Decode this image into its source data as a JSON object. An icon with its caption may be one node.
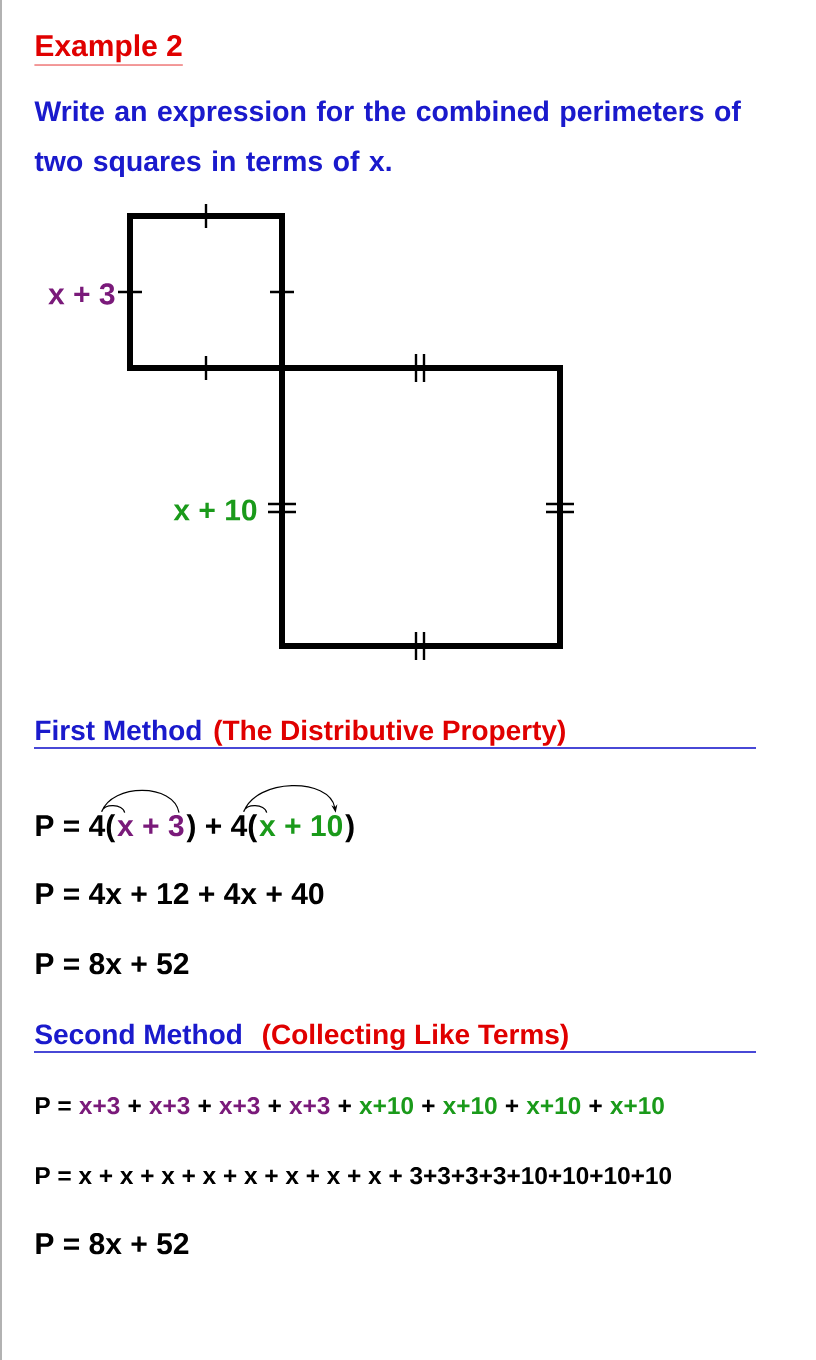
{
  "diagram": {
    "title": "Example 2",
    "nodes": [
      {
        "text": [],
        "shape": "box",
        "beside": [
          "x + 3"
        ]
      },
      {
        "text": [],
        "shape": "box",
        "beside": [
          "x + 10"
        ]
      }
    ],
    "labels": [
      "Write an expression for the combined perimeters of two squares in terms of x.",
      "First Method",
      "(The Distributive Property)",
      "P = 4(",
      "x + 3",
      ") + 4(",
      "x + 10",
      ")",
      "P = 4x + 12 + 4x + 40",
      "P = 8x + 52",
      "Second Method",
      "(Collecting Like Terms)",
      "P =",
      "x+3",
      "+",
      "x+3",
      "+",
      "x+3",
      "+",
      "x+3",
      "+",
      "x+10",
      "+",
      "x+10",
      "+",
      "x+10",
      "+",
      "x+10",
      "P = x + x + x + x + x + x + x + x + 3+3+3+3+10+10+10+10",
      "P = 8x + 52"
    ]
  }
}
